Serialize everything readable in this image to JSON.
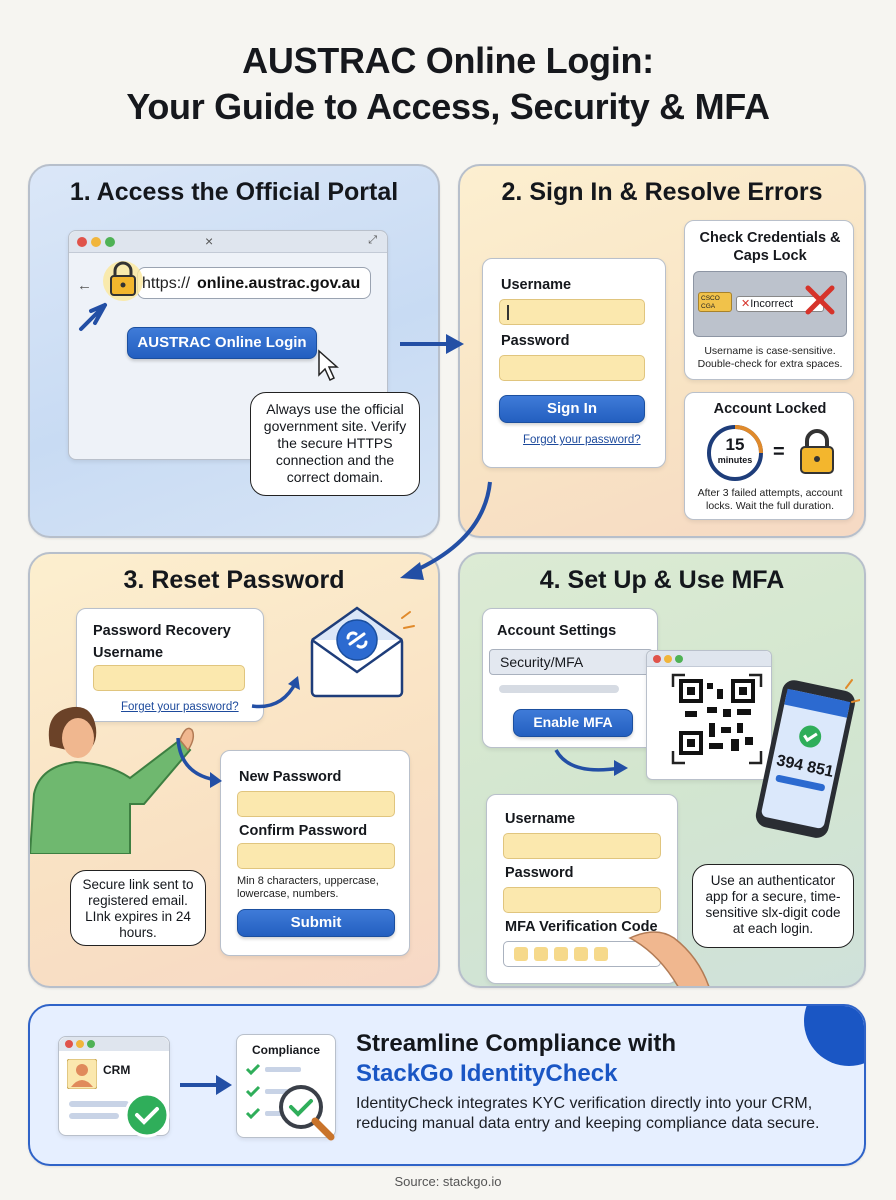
{
  "header": {
    "title_line1": "AUSTRAC Online Login:",
    "title_line2": "Your Guide to Access, Security & MFA"
  },
  "panel1": {
    "title": "1. Access the Official Portal",
    "url_prefix": "https://",
    "url_domain": "online.austrac.gov.au",
    "login_button": "AUSTRAC Online Login",
    "tip": "Always use the official government site. Verify the secure HTTPS connection and the correct domain."
  },
  "panel2": {
    "title": "2. Sign In & Resolve Errors",
    "username_label": "Username",
    "password_label": "Password",
    "signin_button": "Sign In",
    "forgot_link": "Forgot your password?",
    "credentials_title": "Check Credentials & Caps Lock",
    "caps_key": "CSCO CGA",
    "incorrect_badge": "Incorrect",
    "credentials_note": "Username is case-sensitive. Double-check for extra spaces.",
    "locked_title": "Account Locked",
    "timer_value": "15",
    "timer_unit": "minutes",
    "locked_note": "After 3 failed attempts, account locks. Wait the full duration."
  },
  "panel3": {
    "title": "3. Reset Password",
    "recovery_title": "Password Recovery",
    "username_label": "Username",
    "forget_link": "Forget your password?",
    "new_password_label": "New Password",
    "confirm_password_label": "Confirm Password",
    "requirements": "Min 8 characters, uppercase, lowercase, numbers.",
    "submit_button": "Submit",
    "tip": "Secure link sent to registered email. LInk expires in 24 hours."
  },
  "panel4": {
    "title": "4. Set Up & Use MFA",
    "settings_title": "Account Settings",
    "security_item": "Security/MFA",
    "enable_button": "Enable MFA",
    "phone_code": "394 851",
    "username_label": "Username",
    "password_label": "Password",
    "mfa_label": "MFA Verification Code",
    "tip": "Use an authenticator app for a secure, time-sensitive slx-digit code at each login."
  },
  "banner": {
    "crm_label": "CRM",
    "compliance_label": "Compliance",
    "heading_line1": "Streamline Compliance with",
    "heading_line2": "StackGo IdentityCheck",
    "body": "IdentityCheck integrates KYC verification directly into your CRM, reducing manual data entry and keeping compliance data secure."
  },
  "footer": {
    "source": "Source: stackgo.io"
  },
  "colors": {
    "button_blue": "#2c6ad0",
    "field_yellow": "#fbe8ae",
    "link_blue": "#1d4a9c",
    "brand_blue": "#1a56c4",
    "success_green": "#2fae5a",
    "error_red": "#d6332a"
  }
}
